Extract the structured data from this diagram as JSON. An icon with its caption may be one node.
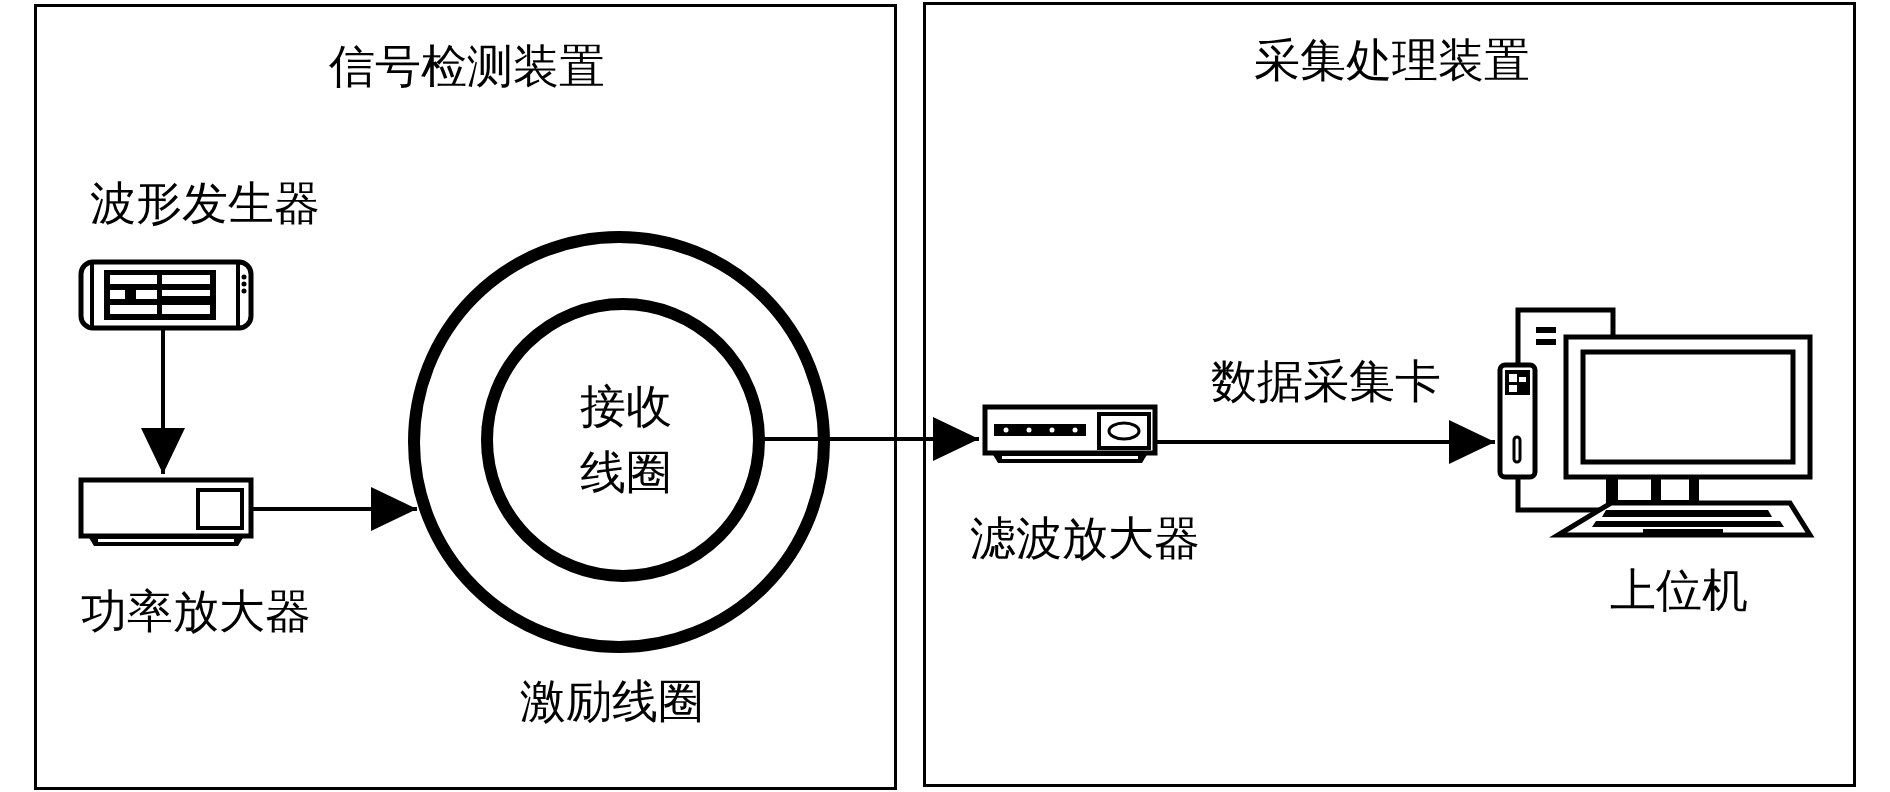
{
  "diagram": {
    "nodes": [
      {
        "text": [
          "信号检测装置"
        ]
      },
      {
        "text": [
          "采集处理装置"
        ]
      },
      {
        "text": [
          "波形发生器"
        ],
        "in": 0
      },
      {
        "text": [
          "功率放大器"
        ],
        "in": 0
      },
      {
        "text": [
          "激励线圈"
        ],
        "in": 0
      },
      {
        "text": [
          "接收线圈"
        ],
        "in": 4
      },
      {
        "text": [
          "滤波放大器"
        ],
        "in": 1
      },
      {
        "text": [
          "上位机"
        ],
        "in": 1
      }
    ],
    "edges": [
      {
        "from": 2,
        "to": 3,
        "arrow": "to"
      },
      {
        "from": 3,
        "to": 4,
        "arrow": "to"
      },
      {
        "from": 5,
        "to": 6,
        "arrow": "to"
      },
      {
        "from": 6,
        "to": 7,
        "arrow": "to",
        "label": "数据采集卡"
      }
    ]
  }
}
